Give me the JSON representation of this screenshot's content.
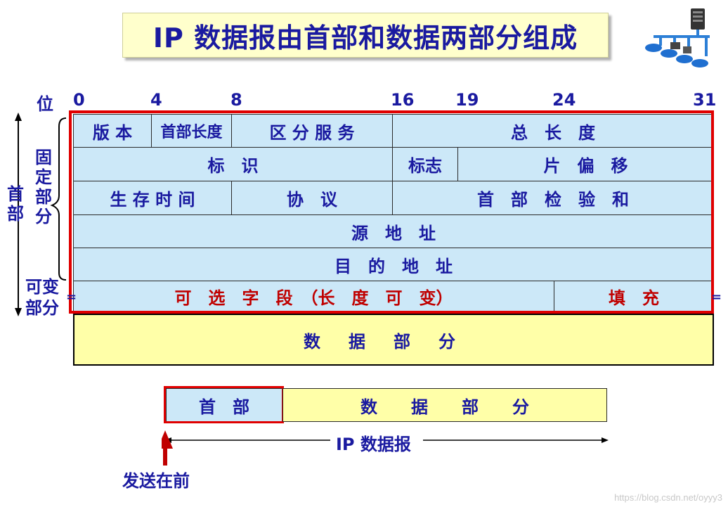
{
  "title": "IP 数据报由首部和数据两部分组成",
  "bits": {
    "label": "位",
    "ticks": [
      "0",
      "4",
      "8",
      "16",
      "19",
      "24",
      "31"
    ]
  },
  "rows": {
    "r1": [
      "版 本",
      "首部长度",
      "区 分 服 务",
      "总　长　度"
    ],
    "r2": [
      "标　识",
      "标志",
      "片　偏　移"
    ],
    "r3": [
      "生 存 时 间",
      "协　议",
      "首　部　检　验　和"
    ],
    "r4": [
      "源　地　址"
    ],
    "r5": [
      "目　的　地　址"
    ],
    "r6": [
      "可　选　字　段　（长　度　可　变）",
      "填　充"
    ]
  },
  "data_part": "数据部分",
  "side_labels": {
    "header": "首部",
    "fixed": "固定部分",
    "variable_1": "可变",
    "variable_2": "部分"
  },
  "bottom": {
    "header": "首　部",
    "data": "数　　据　　部　　分",
    "datagram": "IP 数据报",
    "send_first": "发送在前"
  },
  "watermark": "https://blog.csdn.net/oyyy3",
  "colors": {
    "field_bg": "#cce8f8",
    "data_bg": "#ffffa8",
    "highlight": "#e00000",
    "text": "#1a1aa0"
  }
}
